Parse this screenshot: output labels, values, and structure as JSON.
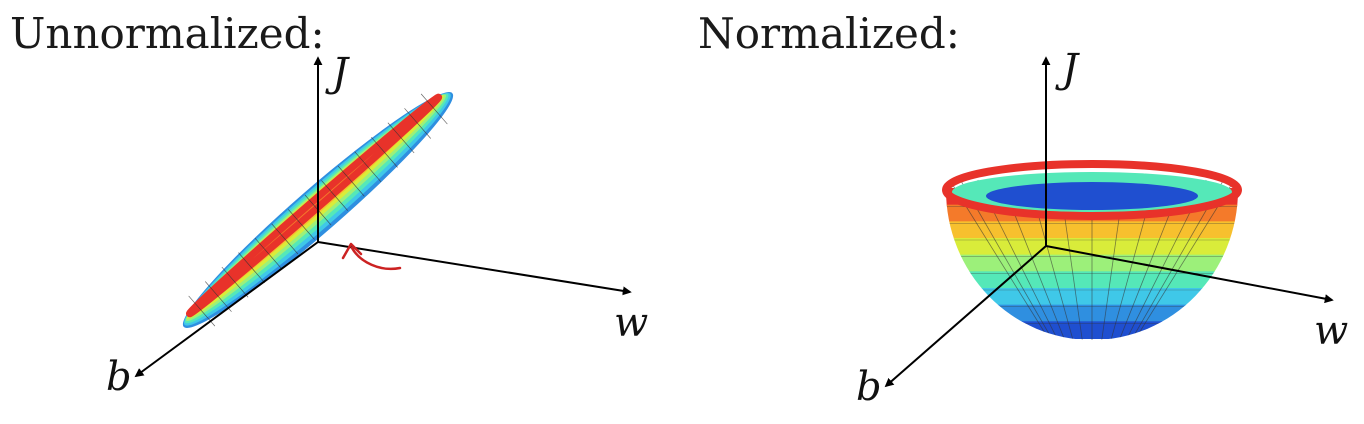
{
  "panels": [
    {
      "title": "Unnormalized:",
      "axes": {
        "vertical": "J",
        "horizontal": "w",
        "depth": "b"
      }
    },
    {
      "title": "Normalized:",
      "axes": {
        "vertical": "J",
        "horizontal": "w",
        "depth": "b"
      }
    }
  ],
  "colors": {
    "band_top": "#e8322a",
    "band_2": "#f47a2a",
    "band_3": "#f7c02e",
    "band_4": "#d9ec3a",
    "band_5": "#9cf07a",
    "band_6": "#55e8b8",
    "band_7": "#3fc8e8",
    "band_8": "#2f8fe0",
    "band_bottom": "#1f4fd0",
    "annotation": "#cc2222"
  }
}
